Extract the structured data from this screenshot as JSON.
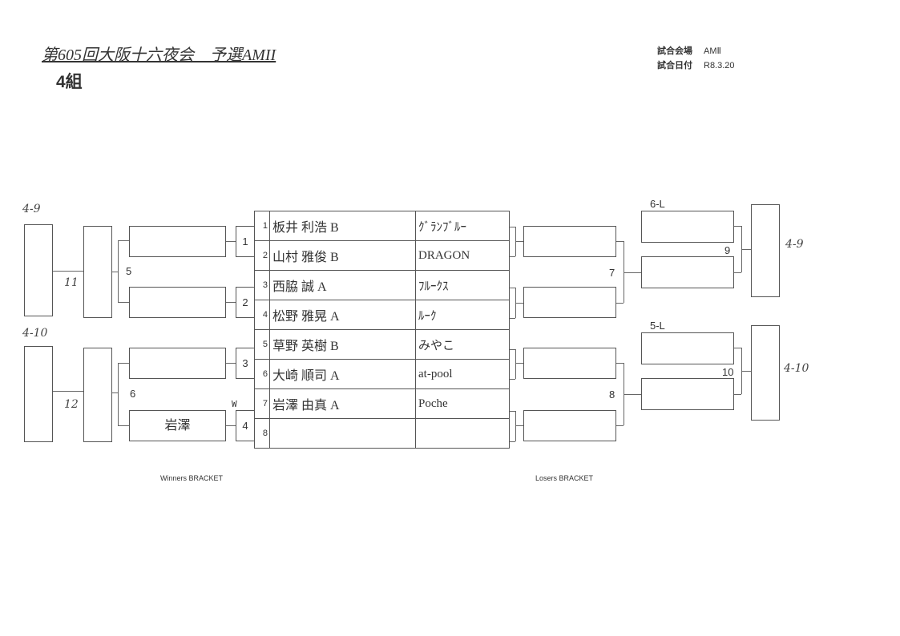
{
  "header": {
    "title": "第605回大阪十六夜会　予選AMII",
    "group": "4組",
    "venue_label": "試合会場",
    "venue_value": "AMⅡ",
    "date_label": "試合日付",
    "date_value": "R8.3.20"
  },
  "entries": [
    {
      "seed": "1",
      "name": "板井 利浩 B",
      "team": "ｸﾞﾗﾝﾌﾞﾙｰ"
    },
    {
      "seed": "2",
      "name": "山村 雅俊 B",
      "team": "DRAGON"
    },
    {
      "seed": "3",
      "name": "西脇 誠 A",
      "team": "ﾌﾙｰｸｽ"
    },
    {
      "seed": "4",
      "name": "松野 雅晃 A",
      "team": "ﾙｰｸ"
    },
    {
      "seed": "5",
      "name": "草野 英樹 B",
      "team": "みやこ"
    },
    {
      "seed": "6",
      "name": "大崎 順司 A",
      "team": "at-pool"
    },
    {
      "seed": "7",
      "name": "岩澤 由真 A",
      "team": "Poche"
    },
    {
      "seed": "8",
      "name": "",
      "team": ""
    }
  ],
  "winners": {
    "match_labels": [
      "1",
      "2",
      "3",
      "4",
      "5",
      "6",
      "11",
      "12"
    ],
    "slot_4_winner": "岩澤",
    "w_mark": "W",
    "final_labels": [
      "4-9",
      "4-10"
    ],
    "caption": "Winners BRACKET"
  },
  "losers": {
    "match_labels": [
      "7",
      "8",
      "9",
      "10"
    ],
    "drop_labels": [
      "6-L",
      "5-L"
    ],
    "final_labels": [
      "4-9",
      "4-10"
    ],
    "caption": "Losers BRACKET"
  }
}
